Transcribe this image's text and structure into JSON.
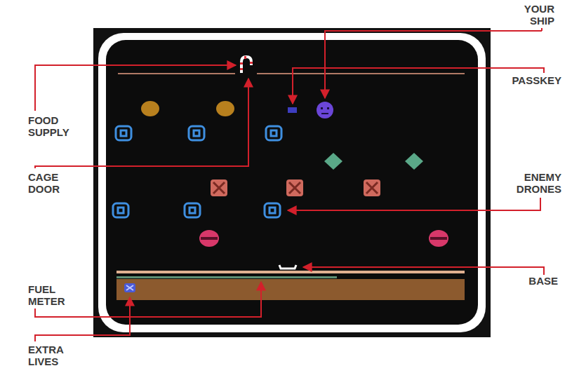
{
  "diagram": {
    "labels": [
      "YOUR SHIP",
      "FOOD SUPPLY",
      "PASSKEY",
      "CAGE DOOR",
      "ENEMY DRONES",
      "FUEL METER",
      "BASE",
      "EXTRA LIVES"
    ]
  }
}
